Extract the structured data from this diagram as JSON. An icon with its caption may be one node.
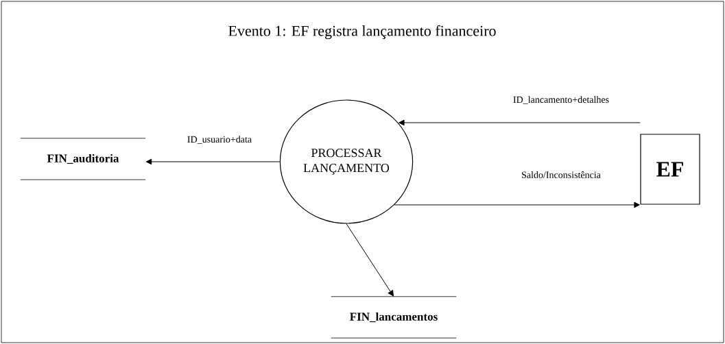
{
  "diagram": {
    "title": "Evento 1: EF registra lançamento financeiro",
    "nodes": [
      {
        "text": [
          "PROCESSAR LANÇAMENTO"
        ]
      },
      {
        "text": [
          "FIN_auditoria"
        ]
      },
      {
        "text": [
          "EF"
        ]
      },
      {
        "text": [
          "FIN_lancamentos"
        ]
      }
    ],
    "edges": [
      {
        "from": 0,
        "to": 1,
        "arrow": "to",
        "label": "ID_usuario+data"
      },
      {
        "from": 2,
        "to": 0,
        "arrow": "to",
        "label": "ID_lancamento+detalhes"
      },
      {
        "from": 0,
        "to": 2,
        "arrow": "to",
        "label": "Saldo/Inconsistência"
      },
      {
        "from": 0,
        "to": 3,
        "arrow": "to"
      }
    ]
  }
}
